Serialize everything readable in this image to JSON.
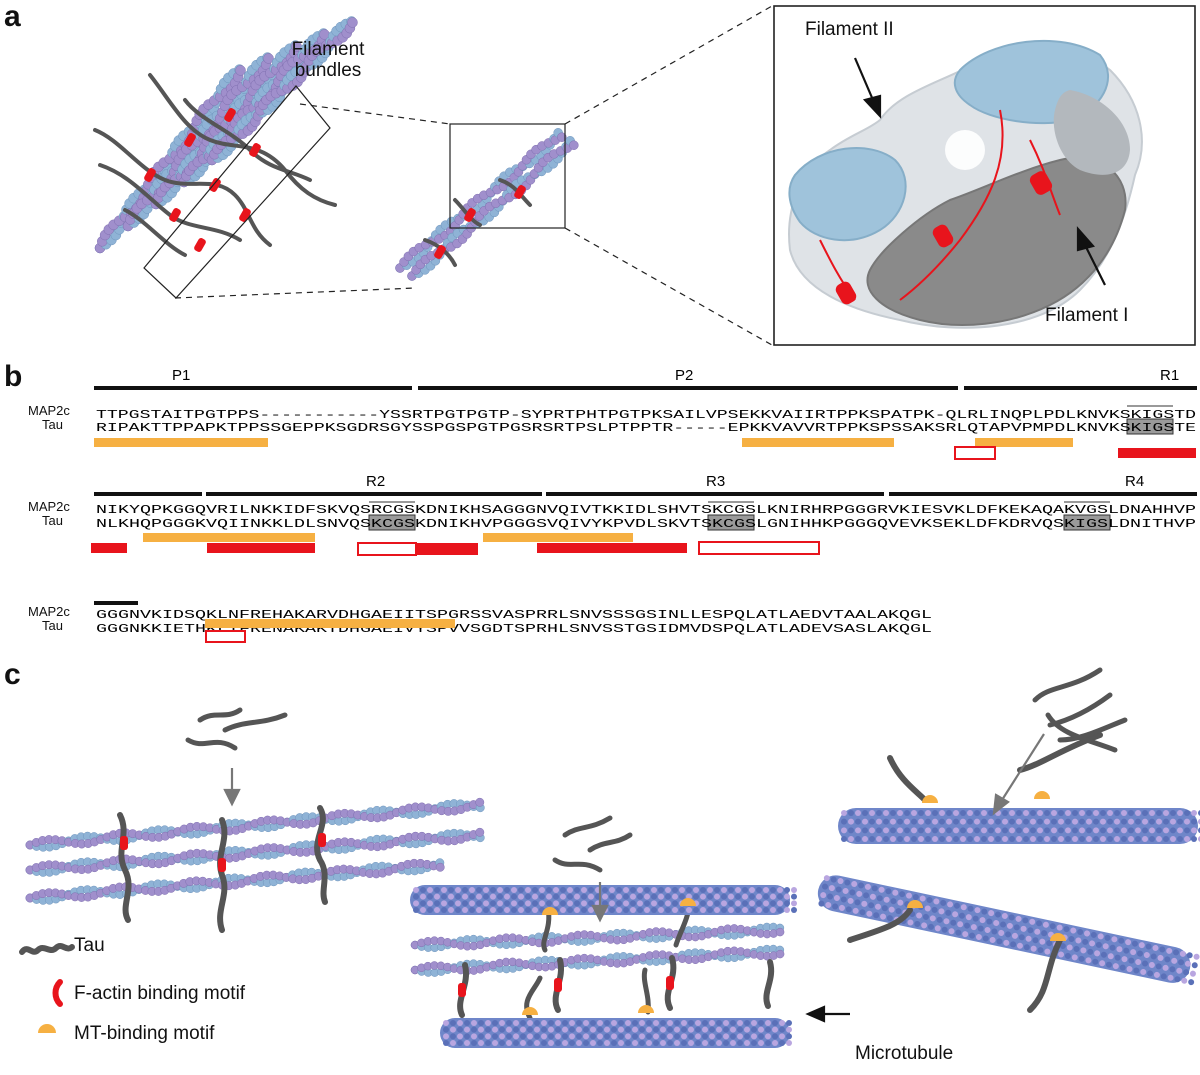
{
  "panels": {
    "a": "a",
    "b": "b",
    "c": "c"
  },
  "panel_a": {
    "bundles_label_line1": "Filament",
    "bundles_label_line2": "bundles",
    "filament2": "Filament II",
    "filament1": "Filament I"
  },
  "panel_b": {
    "regions": [
      {
        "name": "P1"
      },
      {
        "name": "P2"
      },
      {
        "name": "R1"
      },
      {
        "name": "R2"
      },
      {
        "name": "R3"
      },
      {
        "name": "R4"
      }
    ],
    "row_names": {
      "map2c": "MAP2c",
      "tau": "Tau"
    },
    "rows": [
      {
        "map2c": "TTPGSTAITPGTPPS-----------YSSRTPGTPGTP-SYPRTPHTPGTPKSAILVPSEKKVAIIRTPPKSPATPK-QLRLINQPLPDLKNVKSKIGSTD",
        "tau": "RIPAKTTPPAPKTPPSSGEPPKSGDRSGYSSPGSPGTPGSRSRTPSLPTPPTR-----EPKKVAVVRTPPKSPSSAKSRLQTAPVPMPDLKNVKSKIGSTE"
      },
      {
        "map2c": "NIKYQPKGGQVRILNKKIDFSKVQSRCGSKDNIKHSAGGGNVQIVTKKIDLSHVTSKCGSLKNIRHRPGGGRVKIESVKLDFKEKAQAKVGSLDNAHHVP",
        "tau": "NLKHQPGGGKVQIINKKLDLSNVQSKCGSKDNIKHVPGGGSVQIVYKPVDLSKVTSKCGSLGNIHHKPGGGQVEVKSEKLDFKDRVQSKIGSLDNITHVP"
      },
      {
        "map2c": "GGGNVKIDSQKLNFREHAKARVDHGAEIITSPGRSSVASPRRLSNVSSSGSINLLESPQLATLAEDVTAALAKQGL",
        "tau": "GGGNKKIETHKLTFRENAKAKTDHGAEIVYSPVVSGDTSPRHLSNVSSTGSIDMVDSPQLATLADEVSASLAKQGL"
      }
    ]
  },
  "panel_c": {
    "legend": {
      "tau": "Tau",
      "factin": "F-actin binding motif",
      "mt": "MT-binding motif"
    },
    "microtubule": "Microtubule"
  },
  "colors": {
    "actin_blue": "#8fb3d6",
    "actin_purple": "#a08fcc",
    "tau_gray": "#555555",
    "factin_red": "#e8141c",
    "mt_orange": "#f6b042",
    "mt_tubulin": "#6f86c9",
    "protein_light": "#dfe3e7",
    "protein_dark": "#8a8a8a",
    "protein_blue": "#9fc3db"
  }
}
